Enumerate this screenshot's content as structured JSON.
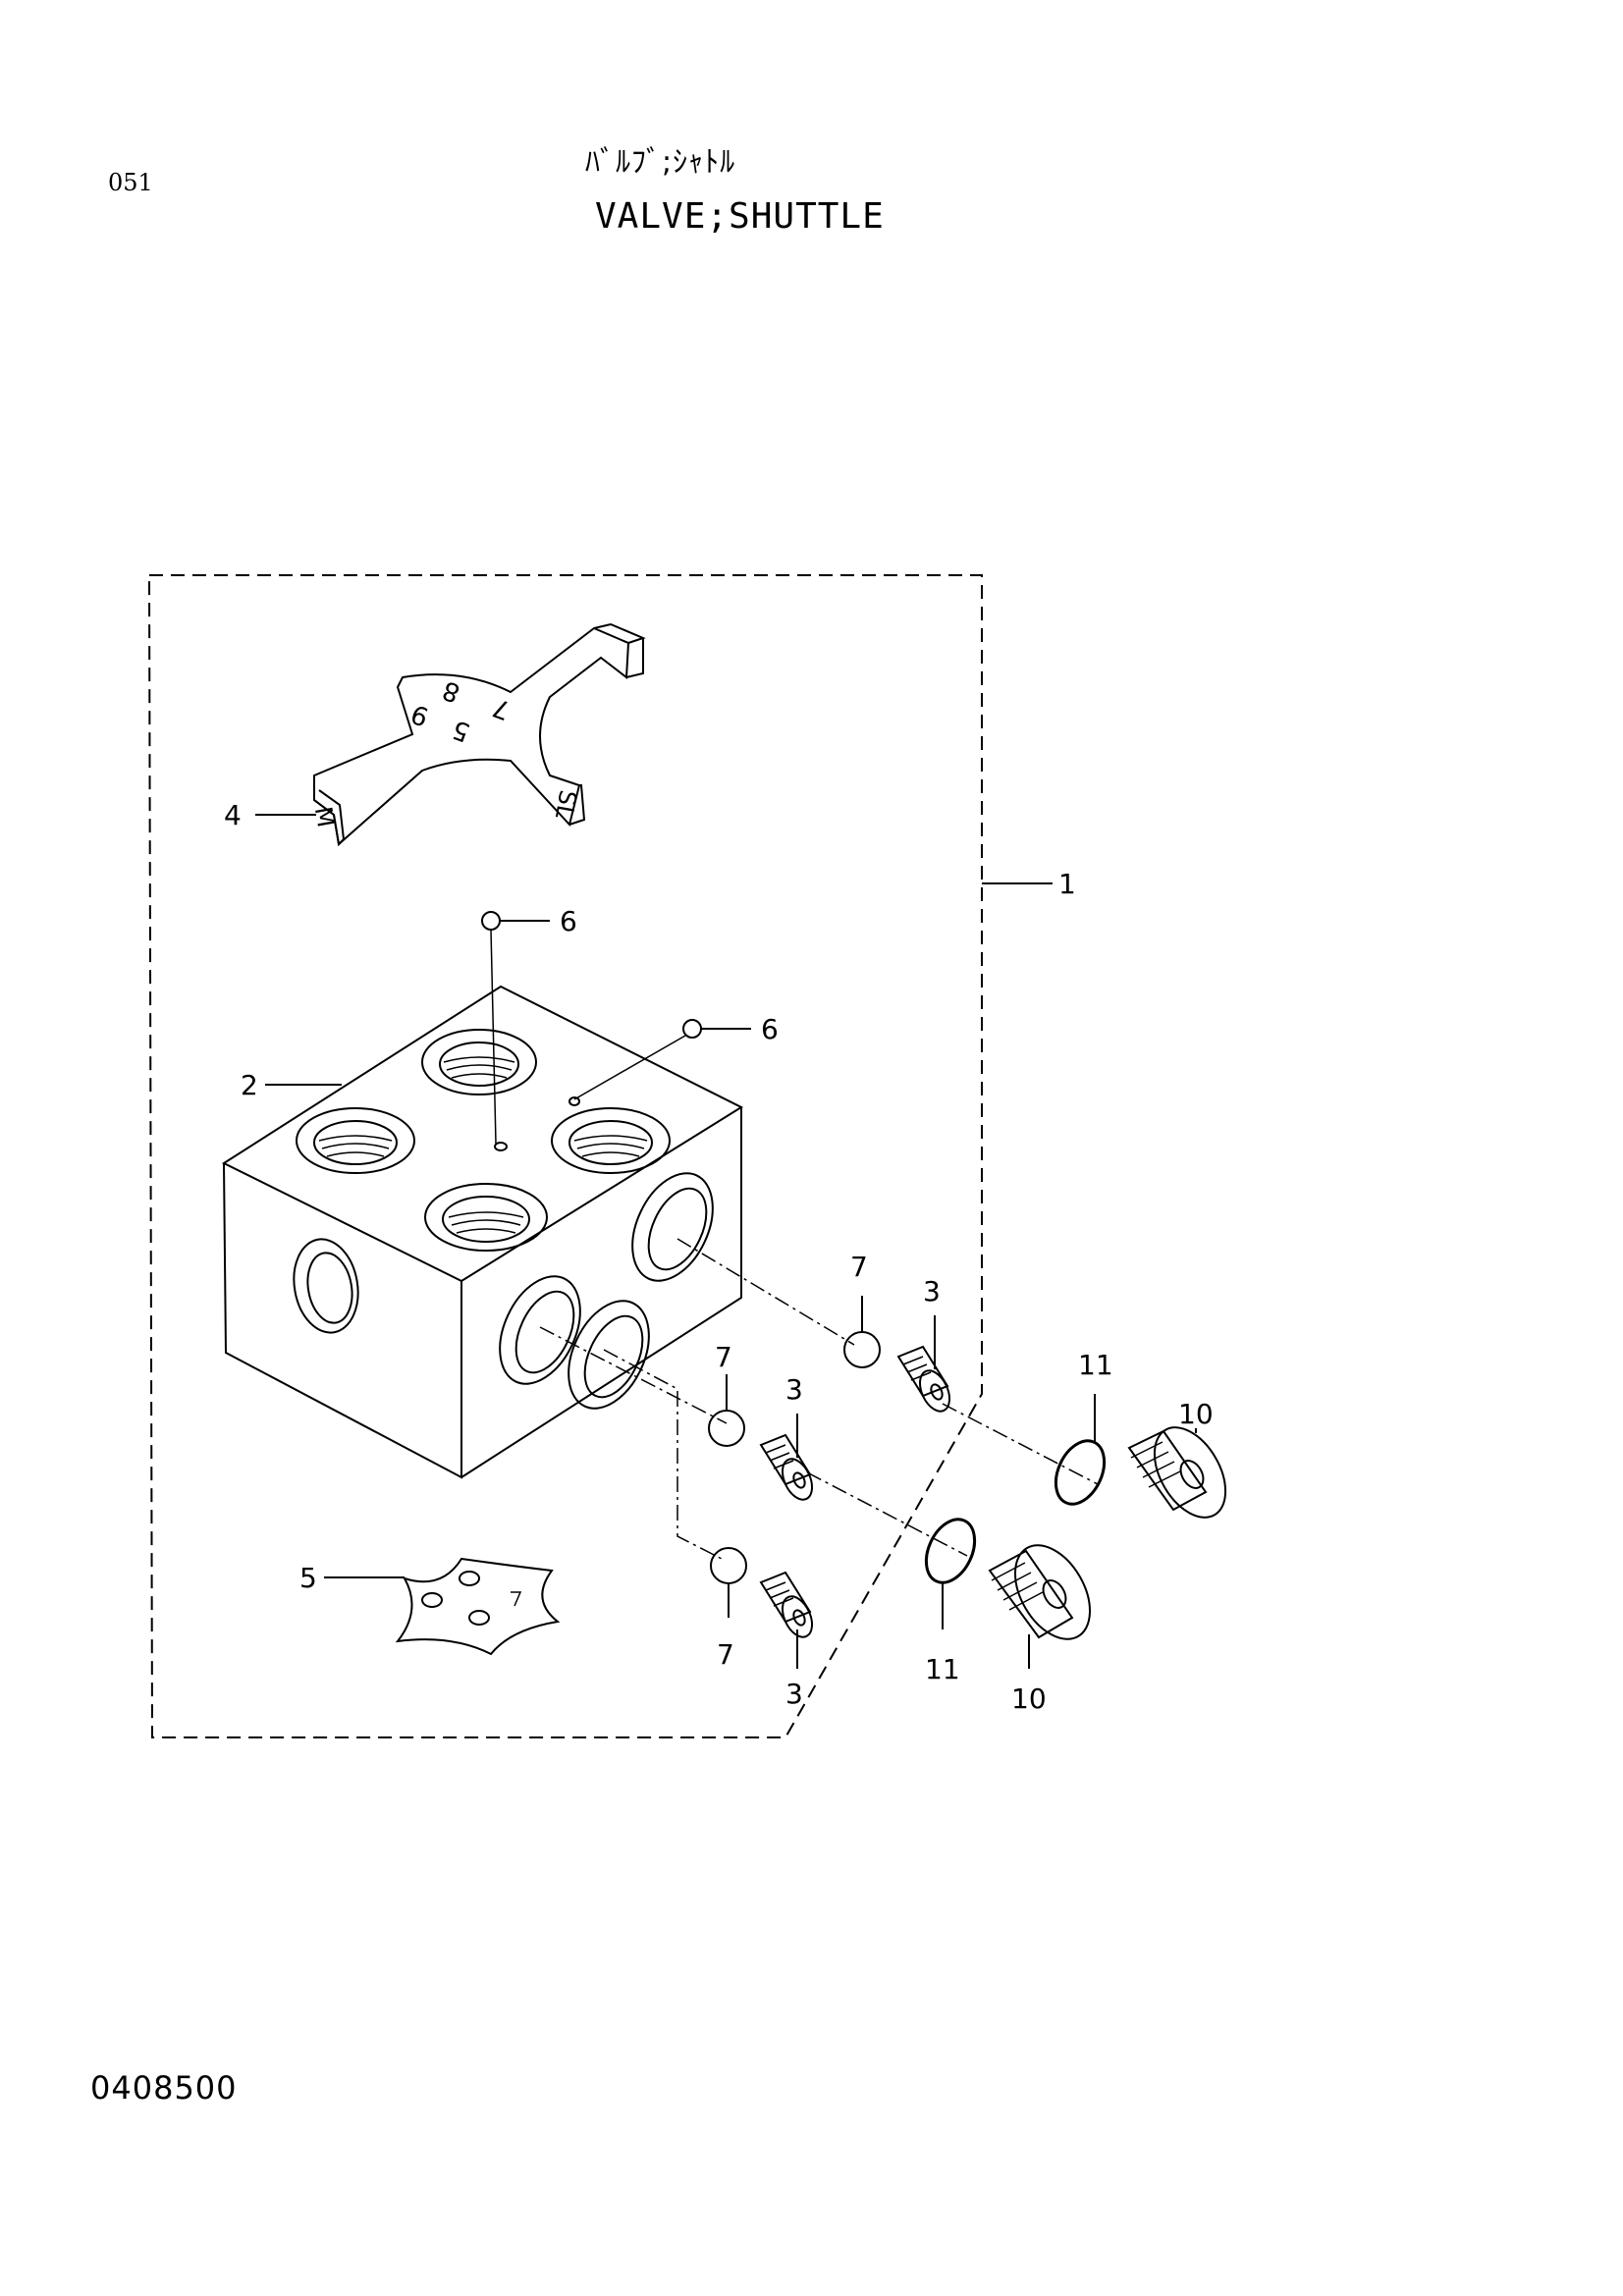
{
  "header": {
    "page_code": "051",
    "title_jp": "ﾊﾞﾙﾌﾞ;ｼｬﾄﾙ",
    "title_en": "VALVE;SHUTTLE"
  },
  "footer": {
    "drawing_number": "0408500"
  },
  "callouts": {
    "c1": "1",
    "c2": "2",
    "c3a": "3",
    "c3b": "3",
    "c3c": "3",
    "c4": "4",
    "c5": "5",
    "c6a": "6",
    "c6b": "6",
    "c7a": "7",
    "c7b": "7",
    "c7c": "7",
    "c10a": "10",
    "c10b": "10",
    "c11a": "11",
    "c11b": "11"
  },
  "plate_markings": {
    "m": "M",
    "sl": "SL",
    "n9": "9",
    "n8": "8",
    "n7": "7",
    "n5": "5"
  }
}
